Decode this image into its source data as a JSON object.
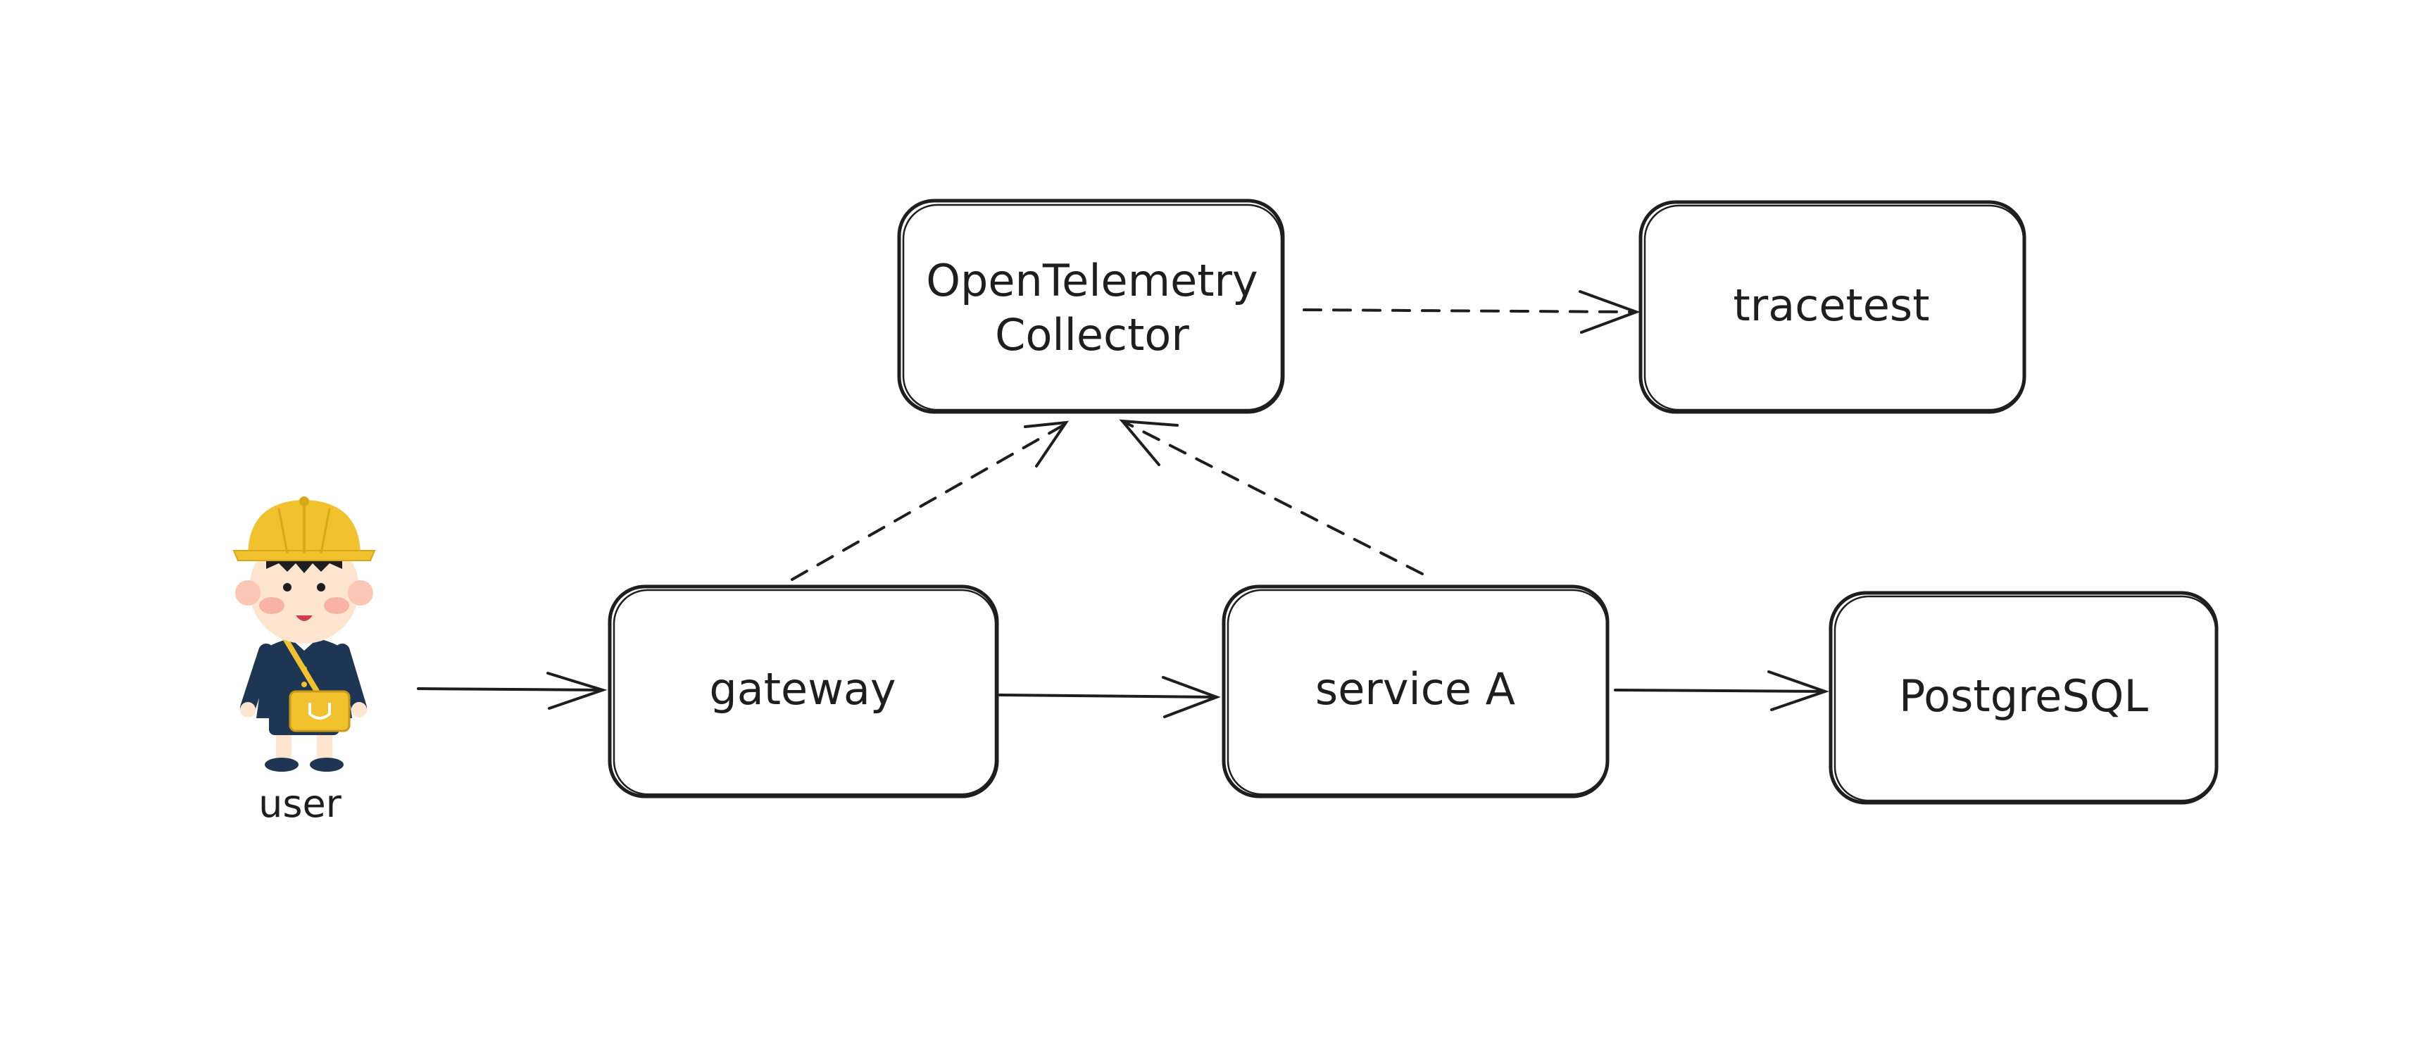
{
  "diagram": {
    "nodes": {
      "collector": {
        "lines": [
          "OpenTelemetry",
          "Collector"
        ]
      },
      "tracetest": {
        "label": "tracetest"
      },
      "gateway": {
        "label": "gateway"
      },
      "service_a": {
        "label": "service A"
      },
      "postgres": {
        "label": "PostgreSQL"
      },
      "user": {
        "label": "user"
      }
    },
    "edges": [
      {
        "from": "user",
        "to": "gateway",
        "style": "solid"
      },
      {
        "from": "gateway",
        "to": "service_a",
        "style": "solid"
      },
      {
        "from": "service_a",
        "to": "postgres",
        "style": "solid"
      },
      {
        "from": "gateway",
        "to": "collector",
        "style": "dashed"
      },
      {
        "from": "service_a",
        "to": "collector",
        "style": "dashed"
      },
      {
        "from": "collector",
        "to": "tracetest",
        "style": "dashed"
      }
    ],
    "colors": {
      "stroke": "#1e1e1e",
      "helmet": "#f2c12e",
      "uniform": "#1f3554",
      "skin": "#fde5d0",
      "bag": "#f2c12e"
    }
  }
}
